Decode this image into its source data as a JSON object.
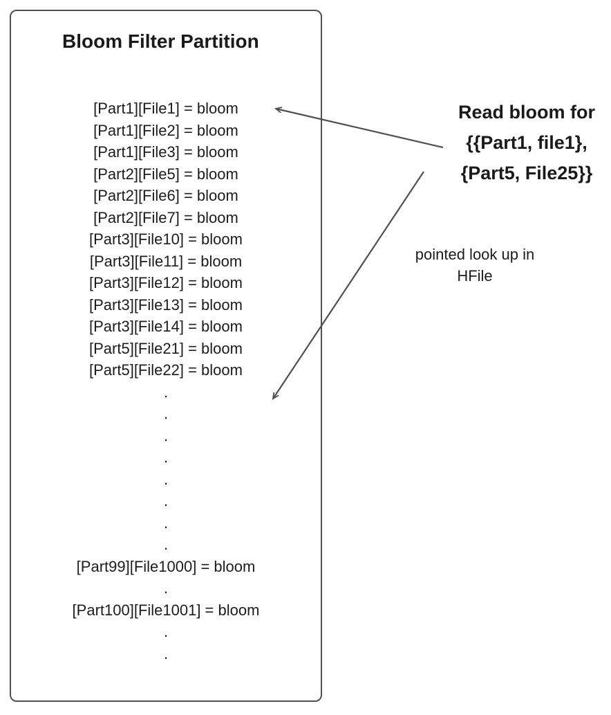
{
  "colors": {
    "border": "#4f4f4f",
    "arrow": "#4f4f4f",
    "text": "#1a1a1a"
  },
  "box": {
    "title": "Bloom Filter Partition",
    "entries": [
      "[Part1][File1] = bloom",
      "[Part1][File2] = bloom",
      "[Part1][File3] = bloom",
      "[Part2][File5] = bloom",
      "[Part2][File6] = bloom",
      "[Part2][File7] = bloom",
      "[Part3][File10] = bloom",
      "[Part3][File11] = bloom",
      "[Part3][File12] = bloom",
      "[Part3][File13] = bloom",
      "[Part3][File14] = bloom",
      "[Part5][File21] = bloom",
      "[Part5][File22] = bloom"
    ],
    "ellipsis_1": [
      ".",
      ".",
      ".",
      ".",
      ".",
      ".",
      ".",
      "."
    ],
    "entry_part99": "[Part99][File1000] = bloom",
    "ellipsis_2": [
      "."
    ],
    "entry_part100": "[Part100][File1001] = bloom",
    "ellipsis_3": [
      ".",
      "."
    ]
  },
  "annotations": {
    "read_bloom_lines": [
      "Read bloom for",
      "{{Part1, file1},",
      "{Part5, File25}}"
    ],
    "pointed_lookup_lines": [
      "pointed look up in",
      "HFile"
    ]
  }
}
